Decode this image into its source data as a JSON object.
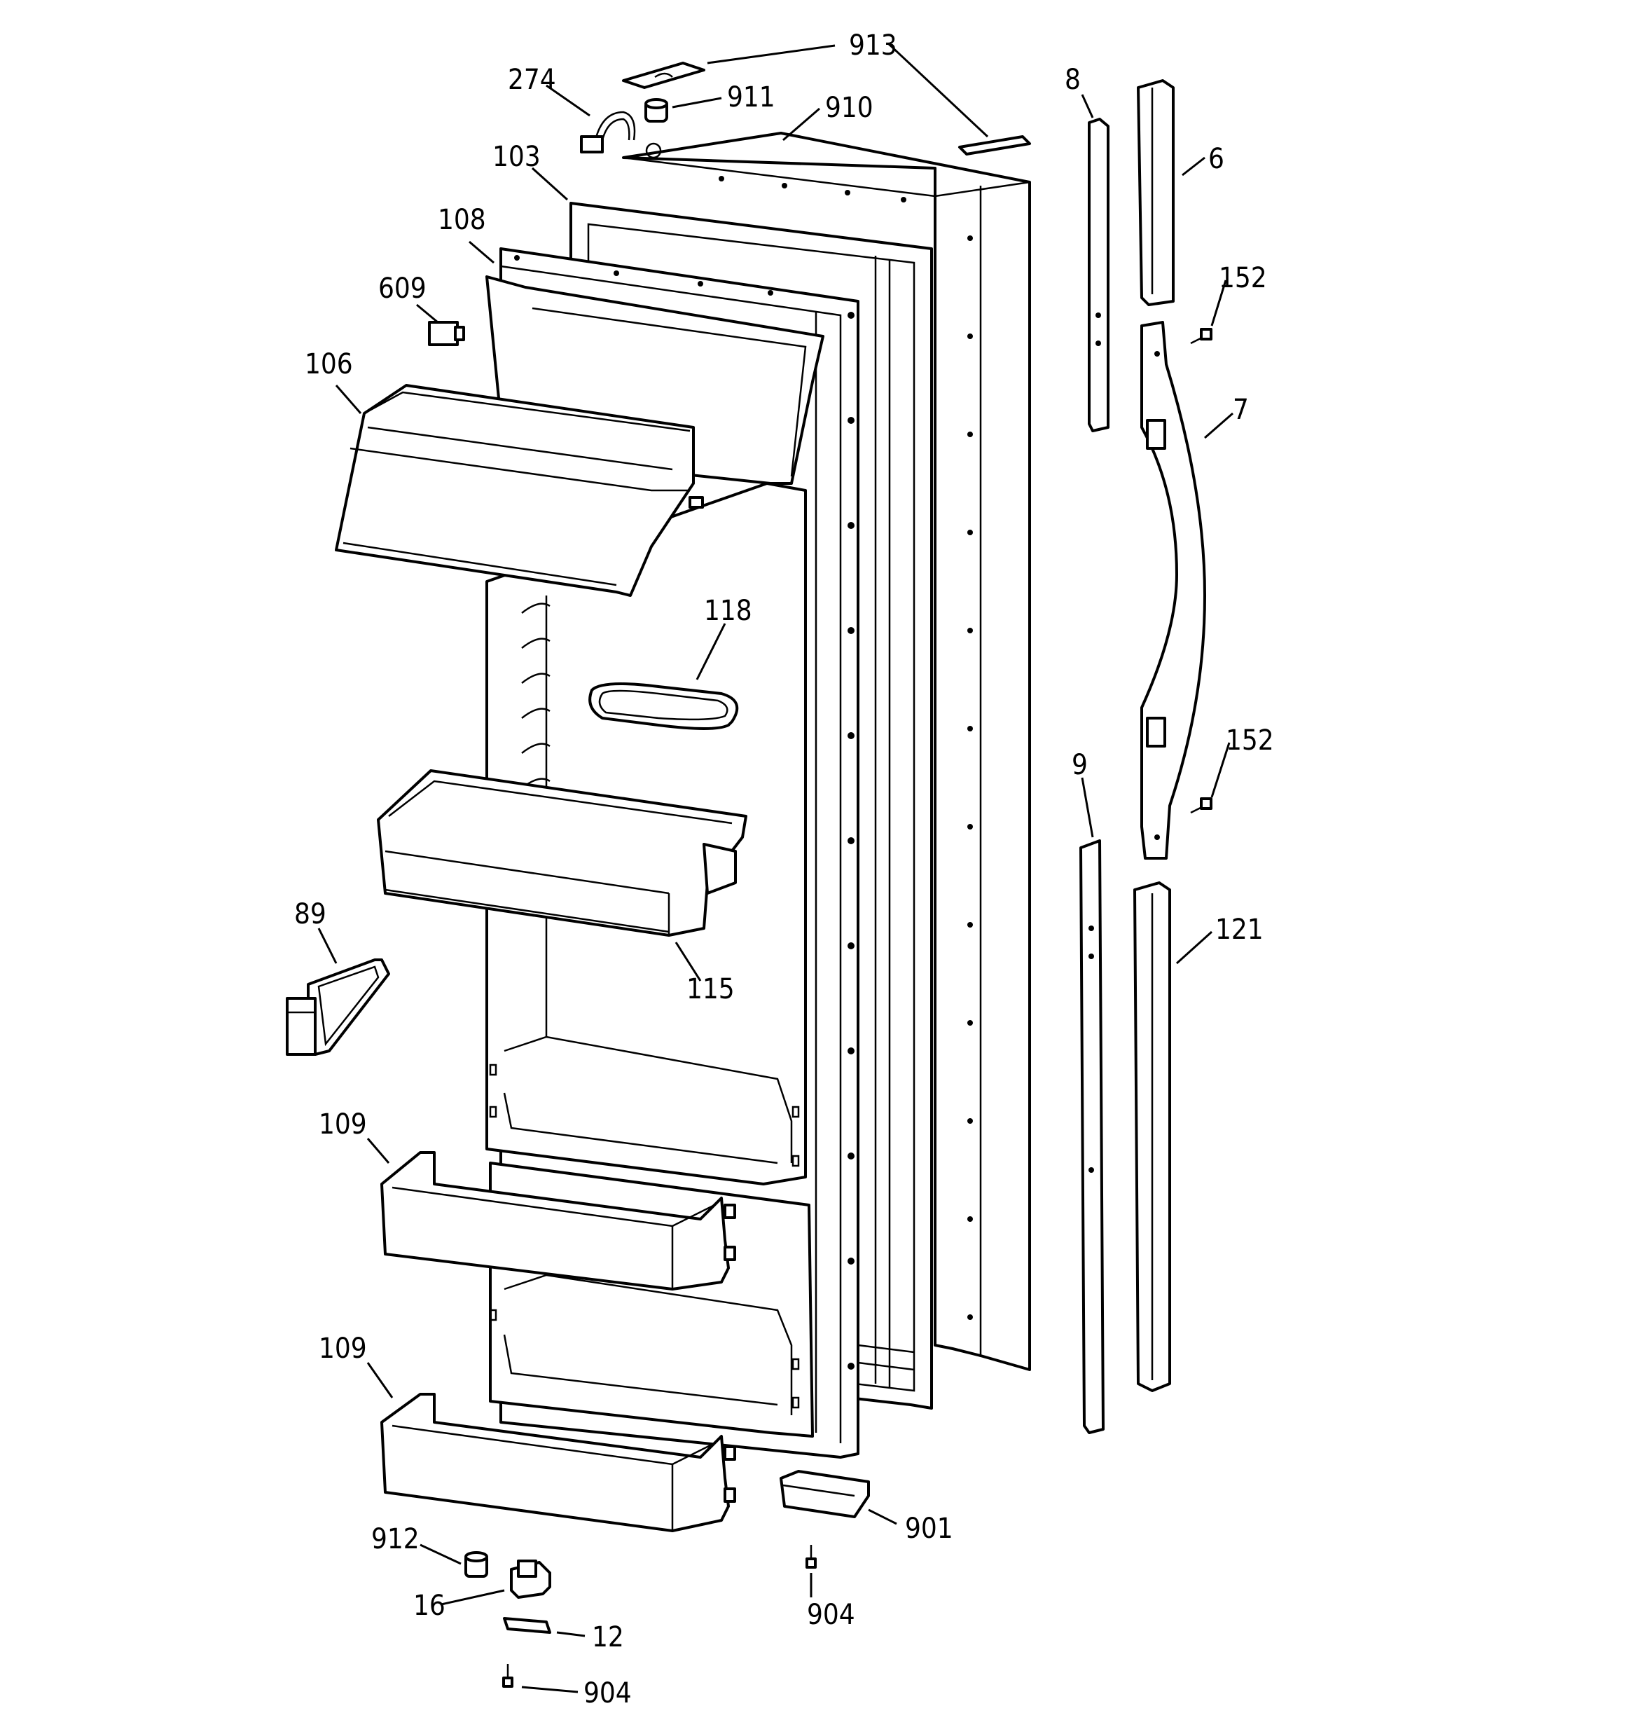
{
  "labels": {
    "l913": "913",
    "l274": "274",
    "l911": "911",
    "l910": "910",
    "l103": "103",
    "l108": "108",
    "l609": "609",
    "l106": "106",
    "l118": "118",
    "l89": "89",
    "l115": "115",
    "l109a": "109",
    "l109b": "109",
    "l912": "912",
    "l16": "16",
    "l12": "12",
    "l904a": "904",
    "l904b": "904",
    "l901": "901",
    "l8": "8",
    "l6": "6",
    "l152a": "152",
    "l7": "7",
    "l152b": "152",
    "l9": "9",
    "l121": "121"
  }
}
